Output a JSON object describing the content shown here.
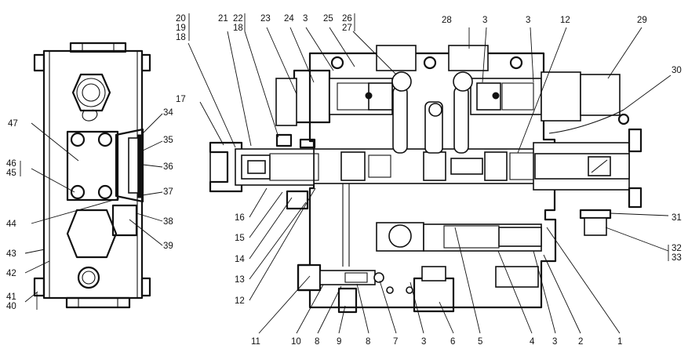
{
  "diagram": {
    "callouts": {
      "c1": "1",
      "c2": "2",
      "c3a": "3",
      "c3b": "3",
      "c3c": "3",
      "c3d": "3",
      "c3e": "3",
      "c4": "4",
      "c5": "5",
      "c6": "6",
      "c7": "7",
      "c8a": "8",
      "c8b": "8",
      "c9": "9",
      "c10": "10",
      "c11": "11",
      "c12a": "12",
      "c12b": "12",
      "c13": "13",
      "c14": "14",
      "c15": "15",
      "c16": "16",
      "c17": "17",
      "c18a": "18",
      "c18b": "18",
      "c19": "19",
      "c20": "20",
      "c21": "21",
      "c22": "22",
      "c23": "23",
      "c24": "24",
      "c25": "25",
      "c26": "26",
      "c27": "27",
      "c28": "28",
      "c29": "29",
      "c30": "30",
      "c31": "31",
      "c32": "32",
      "c33": "33",
      "c34": "34",
      "c35": "35",
      "c36": "36",
      "c37": "37",
      "c38": "38",
      "c39": "39",
      "c40": "40",
      "c41": "41",
      "c42": "42",
      "c43": "43",
      "c44": "44",
      "c45": "45",
      "c46": "46",
      "c47": "47"
    }
  }
}
